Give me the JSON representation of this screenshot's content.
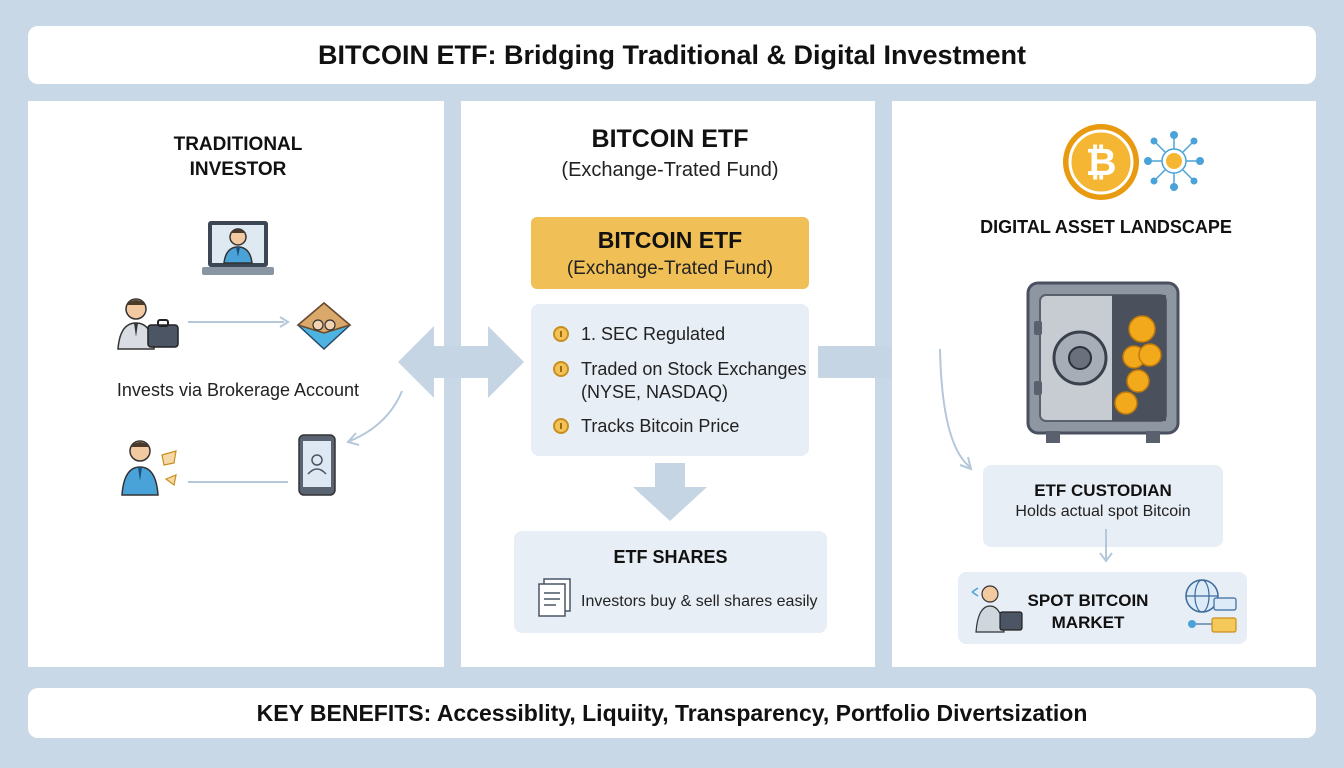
{
  "title": "BITCOIN ETF: Bridging Traditional & Digital Investment",
  "footer": "KEY BENEFITS: Accessiblity, Liquiity, Transparency, Portfolio Divertsization",
  "left": {
    "heading_line1": "TRADITIONAL",
    "heading_line2": "INVESTOR",
    "caption": "Invests via Brokerage Account"
  },
  "center": {
    "heading": "BITCOIN ETF",
    "subheading": "(Exchange-Trated Fund)",
    "badge_title": "BITCOIN ETF",
    "badge_subtitle": "(Exchange-Trated Fund)",
    "features": [
      {
        "line1": "1. SEC Regulated"
      },
      {
        "line1": "Traded on Stock Exchanges",
        "line2": "(NYSE, NASDAQ)"
      },
      {
        "line1": "Tracks Bitcoin Price"
      }
    ],
    "shares_title": "ETF SHARES",
    "shares_text": "Investors buy & sell shares easily"
  },
  "right": {
    "heading": "DIGITAL ASSET LANDSCAPE",
    "coin_symbol": "₿",
    "custodian_title": "ETF CUSTODIAN",
    "custodian_text": "Holds actual spot Bitcoin",
    "market_line1": "SPOT BITCOIN",
    "market_line2": "MARKET"
  },
  "colors": {
    "background": "#c9d8e6",
    "panel": "#ffffff",
    "card": "#e8eef6",
    "badge": "#f0bf55",
    "arrow": "#c5d5e4",
    "bitcoin": "#f2a91c",
    "person": "#4aa3d8"
  },
  "icons": [
    "laptop-person-icon",
    "businessman-briefcase-icon",
    "handshake-icon",
    "person-hands-icon",
    "smartphone-icon",
    "bitcoin-coin-icon",
    "blockchain-network-icon",
    "safe-vault-icon",
    "document-icon",
    "trader-icon",
    "globe-chart-icon"
  ]
}
